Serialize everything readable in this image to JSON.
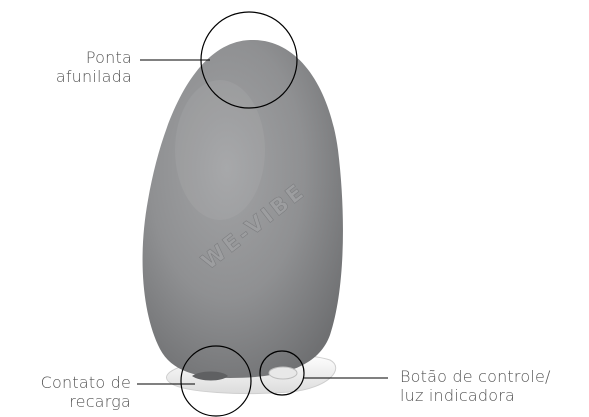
{
  "labels": {
    "tip": {
      "line1": "Ponta",
      "line2": "afunilada"
    },
    "charging": {
      "line1": "Contato de",
      "line2": "recarga"
    },
    "button": {
      "line1": "Botão de controle/",
      "line2": "luz indicadora"
    }
  },
  "product": {
    "logo_text": "WE-VIBE",
    "body_color": "#8e8f91",
    "base_color": "#f2f2f2",
    "callout_color": "#000000"
  }
}
